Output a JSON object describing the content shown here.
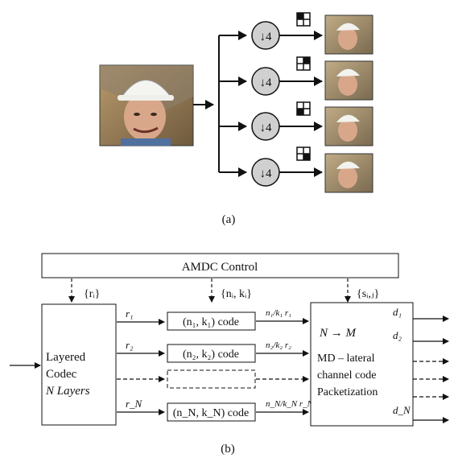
{
  "figure_a": {
    "downsample_label": "↓4",
    "caption": "(a)"
  },
  "figure_b": {
    "control_label": "AMDC Control",
    "signals": {
      "r": "{rᵢ}",
      "nk": "{nᵢ, kᵢ}",
      "s": "{sᵢ,ⱼ}"
    },
    "codec_lines": [
      "Layered",
      "Codec",
      "N Layers"
    ],
    "rates": [
      "r₁",
      "r₂",
      "r_N"
    ],
    "code_boxes": [
      "(n₁, k₁) code",
      "(n₂, k₂) code",
      "(n_N, k_N) code"
    ],
    "ratio_labels": [
      "n₁/k₁ r₁",
      "n₂/k₂ r₂",
      "n_N/k_N r_N"
    ],
    "md_map": "N → M",
    "md_lines": [
      "MD – lateral",
      "channel code",
      "Packetization"
    ],
    "outputs": [
      "d₁",
      "d₂",
      "d_N"
    ],
    "caption": "(b)"
  }
}
